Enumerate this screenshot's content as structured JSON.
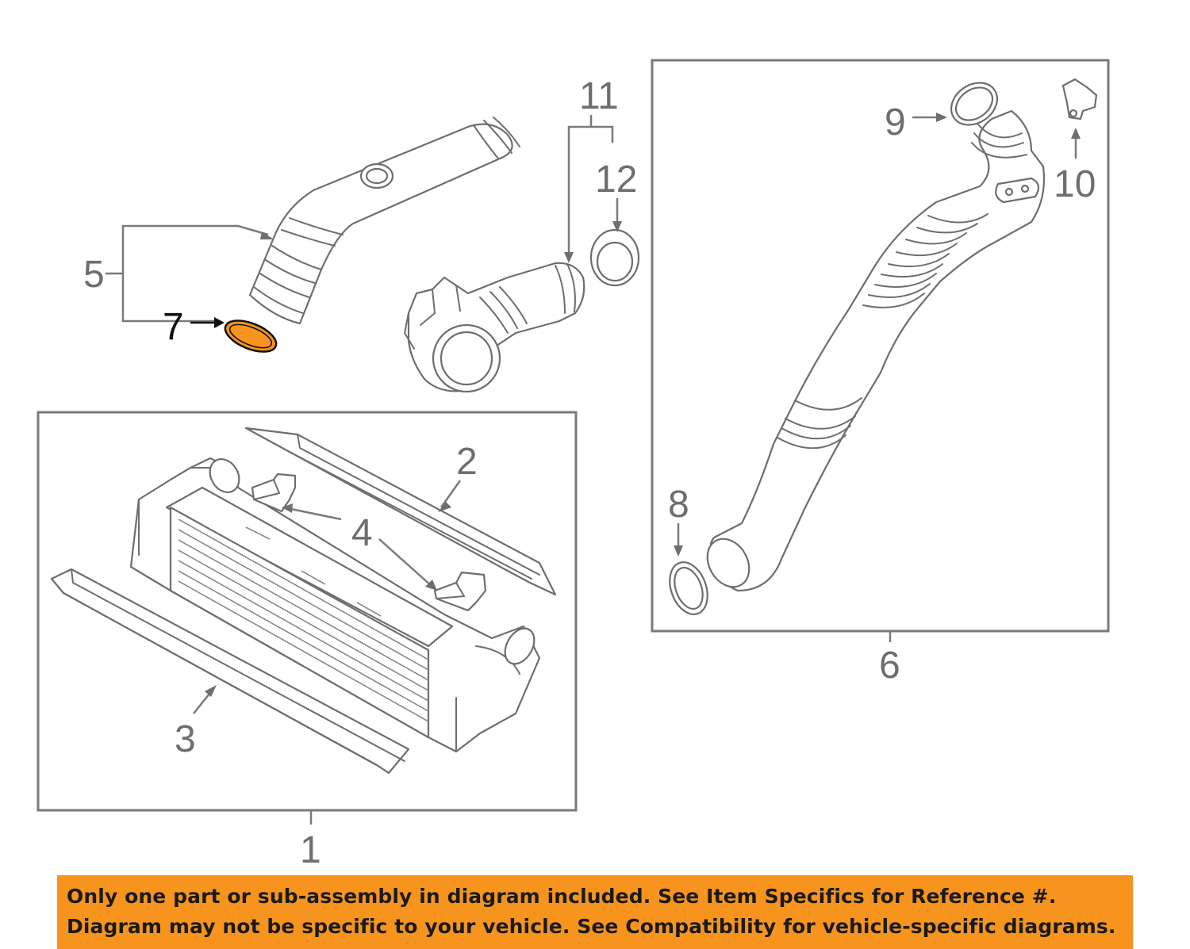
{
  "callouts": {
    "c1": "1",
    "c2": "2",
    "c3": "3",
    "c4": "4",
    "c5": "5",
    "c6": "6",
    "c7": "7",
    "c8": "8",
    "c9": "9",
    "c10": "10",
    "c11": "11",
    "c12": "12"
  },
  "highlighted_part": "7",
  "colors": {
    "highlight": "#f7941d",
    "banner": "#f7941d",
    "line": "#6e6e6e"
  },
  "banner": {
    "line1": "Only one part or sub-assembly in diagram included. See Item Specifics for Reference #.",
    "line2": "Diagram may not be specific to your vehicle. See Compatibility for vehicle-specific diagrams."
  }
}
